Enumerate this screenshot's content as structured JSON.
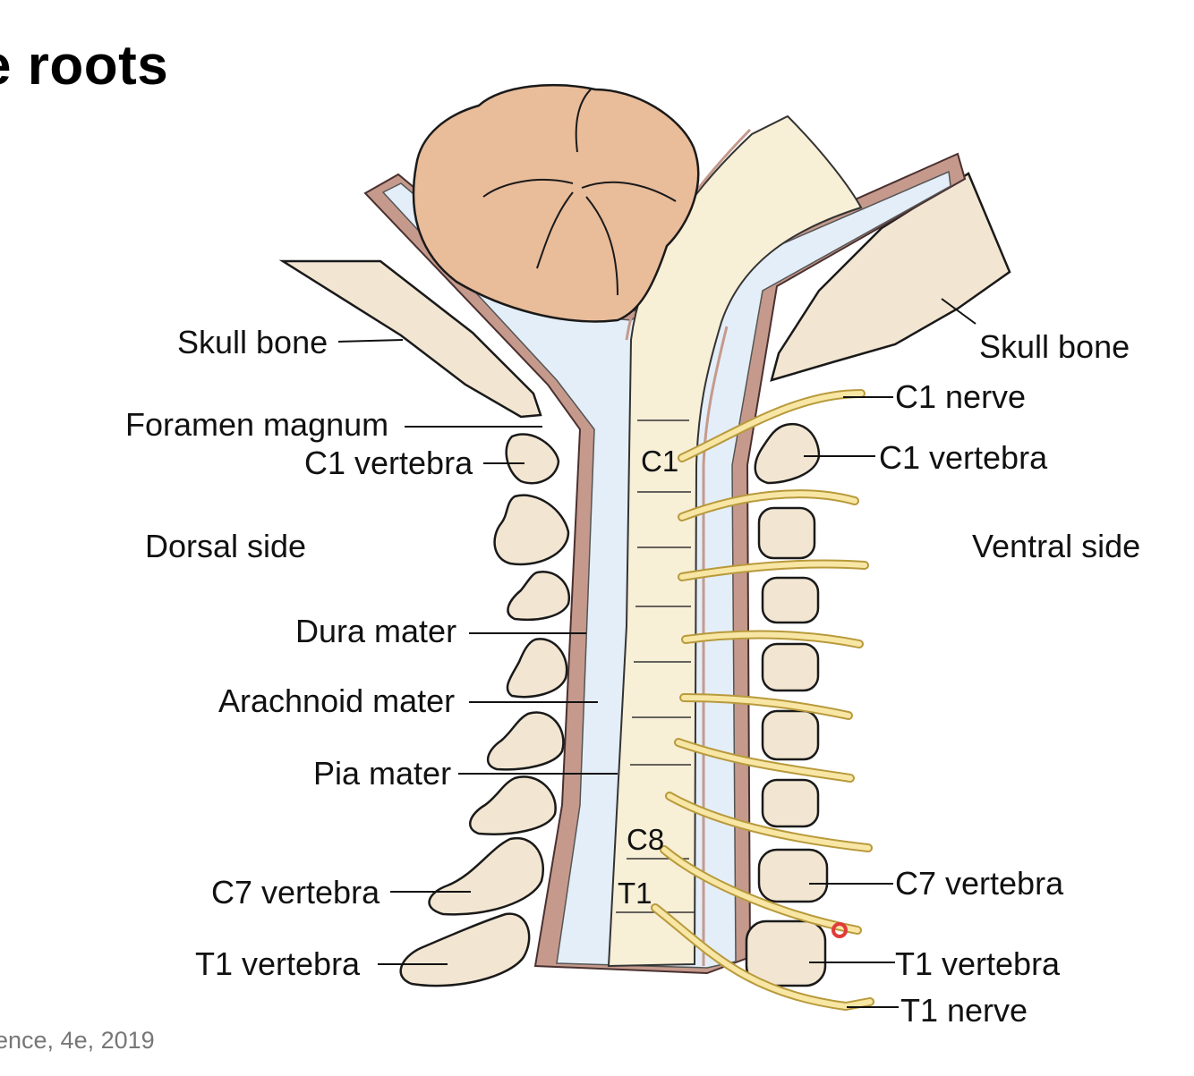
{
  "title": "e roots",
  "citation": "ence, 4e,  2019",
  "labels": {
    "skull_bone_left": "Skull bone",
    "skull_bone_right": "Skull bone",
    "foramen_magnum": "Foramen magnum",
    "c1_vertebra_left": "C1 vertebra",
    "c1_vertebra_right": "C1 vertebra",
    "c1_nerve": "C1 nerve",
    "dorsal_side": "Dorsal side",
    "ventral_side": "Ventral side",
    "dura_mater": "Dura mater",
    "arachnoid_mater": "Arachnoid mater",
    "pia_mater": "Pia mater",
    "c7_vertebra_left": "C7 vertebra",
    "c7_vertebra_right": "C7 vertebra",
    "t1_vertebra_left": "T1 vertebra",
    "t1_vertebra_right": "T1 vertebra",
    "t1_nerve": "T1 nerve"
  },
  "segments": {
    "c1": "C1",
    "c8": "C8",
    "t1": "T1"
  },
  "colors": {
    "bone": "#f2e6d2",
    "cerebellum": "#e9bc9a",
    "dura": "#c59a8c",
    "csf": "#e4eef8",
    "spinal_cord": "#f7efd6",
    "nerve": "#f8e6a4",
    "pointer": "#e23b3b"
  }
}
